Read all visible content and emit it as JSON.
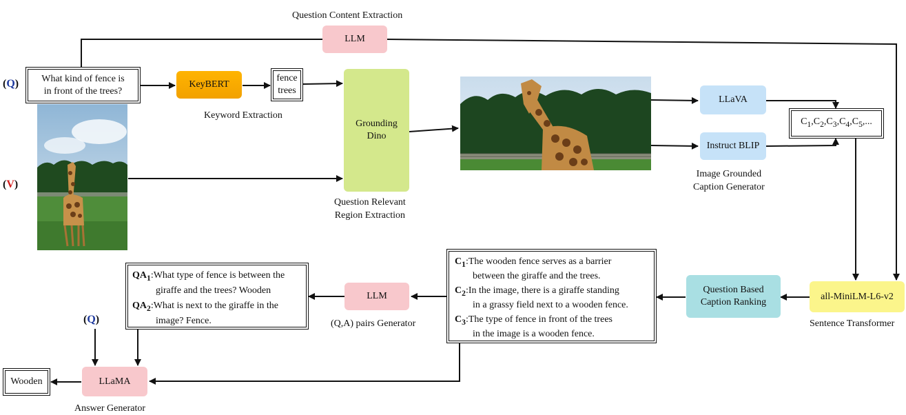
{
  "question_input": {
    "tag_open": "(",
    "tag_letter": "Q",
    "tag_close": ")",
    "line1": "What kind of fence is",
    "line2": "in front of the trees?"
  },
  "video_input": {
    "tag_open": "(",
    "tag_letter": "V",
    "tag_close": ")"
  },
  "keyword": {
    "box": "KeyBERT",
    "caption": "Keyword Extraction",
    "out_line1": "fence",
    "out_line2": "trees"
  },
  "content_llm": {
    "box": "LLM",
    "caption": "Question Content Extraction"
  },
  "grounding": {
    "line1": "Grounding",
    "line2": "Dino",
    "caption_line1": "Question Relevant",
    "caption_line2": "Region Extraction"
  },
  "captioners": {
    "llava": "LLaVA",
    "blip": "Instruct BLIP",
    "caption_line1": "Image Grounded",
    "caption_line2": "Caption Generator",
    "output": "C1,C2,C3,C4,C5,...",
    "output_terms": [
      {
        "c": "C",
        "n": "1",
        "sep": ","
      },
      {
        "c": "C",
        "n": "2",
        "sep": ","
      },
      {
        "c": "C",
        "n": "3",
        "sep": ","
      },
      {
        "c": "C",
        "n": "4",
        "sep": ","
      },
      {
        "c": "C",
        "n": "5",
        "sep": ",..."
      }
    ]
  },
  "sentence_transformer": {
    "box": "all-MiniLM-L6-v2",
    "caption": "Sentence Transformer"
  },
  "ranking": {
    "line1": "Question Based",
    "line2": "Caption Ranking"
  },
  "ranked_captions": [
    {
      "label": "C",
      "sub": "1",
      "line1": ":The wooden fence serves as a barrier",
      "line2": "between the giraffe and the trees."
    },
    {
      "label": "C",
      "sub": "2",
      "line1": ":In the image, there is a giraffe standing",
      "line2": "in a grassy field next to a wooden fence."
    },
    {
      "label": "C",
      "sub": "3",
      "line1": ":The type of fence in front of the trees",
      "line2": "in the image is a wooden fence."
    }
  ],
  "qa_llm": {
    "box": "LLM",
    "caption": "(Q,A) pairs Generator"
  },
  "qa_pairs": [
    {
      "label": "QA",
      "sub": "1",
      "line1": ":What type of fence is between the",
      "line2": "giraffe and the trees? Wooden"
    },
    {
      "label": "QA",
      "sub": "2",
      "line1": ":What is next to the giraffe in the",
      "line2": "image? Fence."
    }
  ],
  "answer": {
    "q_open": "(",
    "q_letter": "Q",
    "q_close": ")",
    "box": "LLaMA",
    "caption": "Answer Generator",
    "output": "Wooden"
  },
  "colors": {
    "pink": "#f8c8cc",
    "blue": "#c6e2f8",
    "green": "#d4e88c",
    "teal": "#a9dfe3",
    "yellow": "#fbf58b",
    "orange": "#ffb400",
    "q_blue": "#1f3a9e",
    "v_red": "#d41f1f"
  }
}
